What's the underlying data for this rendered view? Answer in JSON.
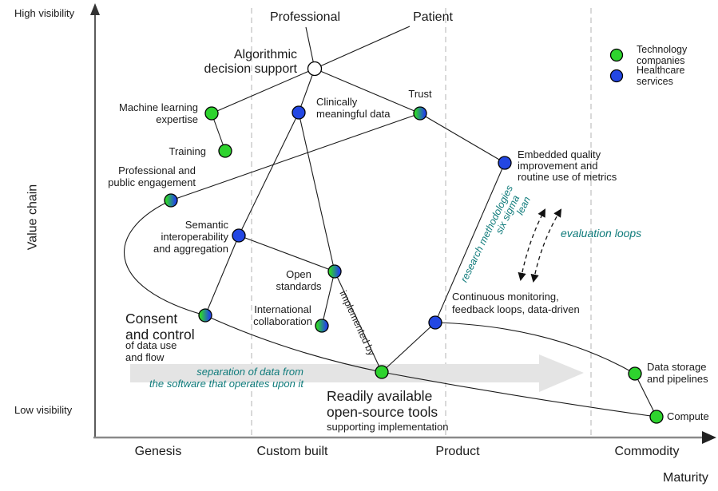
{
  "axes": {
    "y_top_label": "High visibility",
    "y_bottom_label": "Low visibility",
    "y_axis_title": "Value chain",
    "x_axis_title": "Maturity",
    "stages": [
      "Genesis",
      "Custom built",
      "Product",
      "Commodity"
    ]
  },
  "legend": {
    "items": [
      {
        "label": "Technology\ncompanies"
      },
      {
        "label": "Healthcare\nservices"
      }
    ]
  },
  "actors": {
    "professional": "Professional",
    "patient": "Patient"
  },
  "map": {
    "nodes": {
      "algorithmic_decision_support": "Algorithmic\ndecision support",
      "machine_learning_expertise": "Machine learning\nexpertise",
      "training": "Training",
      "clinically_meaningful_data": "Clinically\nmeaningful data",
      "trust": "Trust",
      "professional_public_engagement": "Professional and\npublic engagement",
      "semantic_interoperability": "Semantic\ninteroperability\nand aggregation",
      "open_standards": "Open\nstandards",
      "international_collaboration": "International\ncollaboration",
      "consent_title": "Consent\nand control",
      "consent_sub": "of data use\nand flow",
      "embedded_quality": "Embedded quality\nimprovement and\nroutine use of metrics",
      "continuous_monitoring": "Continuous monitoring,\nfeedback loops, data-driven",
      "readily_title": "Readily available\nopen-source tools",
      "readily_sub": "supporting implementation",
      "data_storage": "Data storage\nand pipelines",
      "compute": "Compute"
    },
    "annotations": {
      "separation_arrow": "separation of data from\nthe software that operates upon it",
      "implemented_by": "implemented by",
      "research_methodologies": "research methodologies",
      "six_sigma": "six sigma",
      "lean": "lean",
      "evaluation_loops": "evaluation loops"
    }
  },
  "colors": {
    "technology_green": "#2ed32e",
    "healthcare_blue": "#2347e3",
    "annotation_teal": "#0e7a7a",
    "arrow_gray": "#e4e4e4"
  }
}
